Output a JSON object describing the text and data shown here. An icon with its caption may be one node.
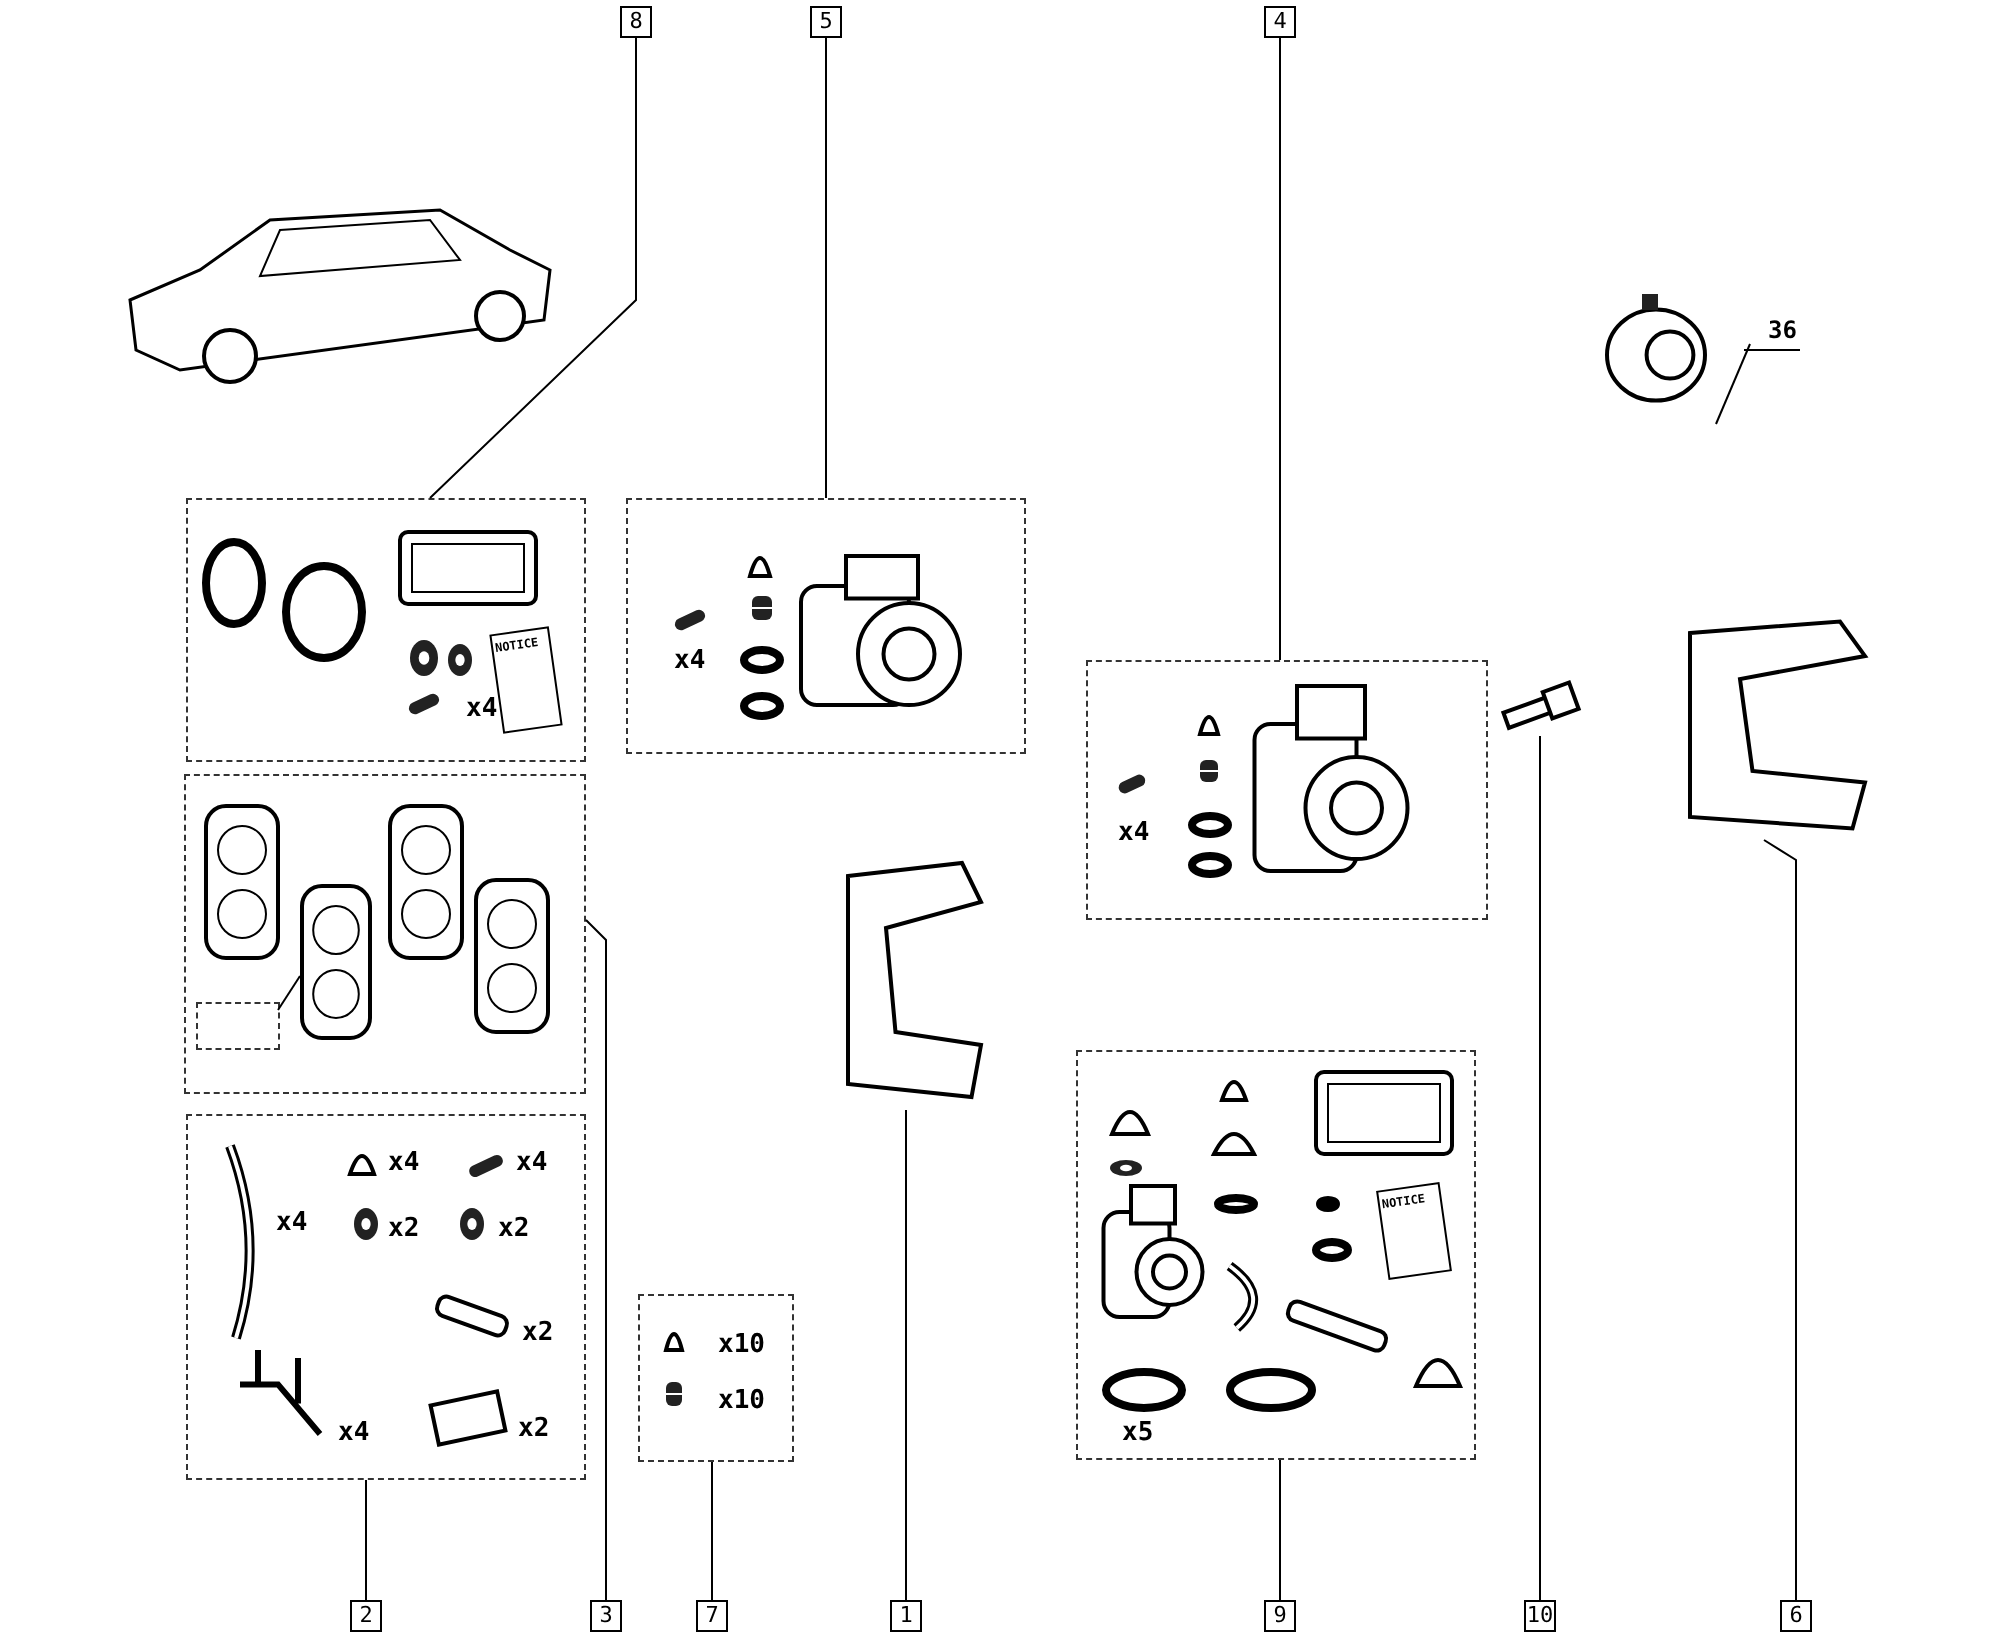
{
  "diagram": {
    "nodes": [
      {
        "text": [
          "8"
        ]
      },
      {
        "text": [
          "5"
        ]
      },
      {
        "text": [
          "4"
        ]
      },
      {
        "text": [],
        "shape": "picture"
      },
      {
        "text": [
          "x4"
        ]
      },
      {
        "text": [
          "x4"
        ]
      },
      {
        "text": [
          "x4"
        ]
      },
      {
        "text": [],
        "shape": "picture"
      },
      {
        "text": [],
        "shape": "picture"
      },
      {
        "text": [],
        "shape": "box"
      },
      {
        "text": [],
        "shape": "box",
        "in": 9
      },
      {
        "text": [],
        "shape": "picture",
        "in": 9
      },
      {
        "text": [],
        "shape": "picture"
      },
      {
        "text": [
          "x4",
          "x4",
          "x4",
          "x2",
          "x2",
          "x2",
          "x4",
          "x2"
        ]
      },
      {
        "text": [
          "x10",
          "x10"
        ]
      },
      {
        "text": [
          "x5"
        ]
      },
      {
        "text": [
          "2"
        ]
      },
      {
        "text": [
          "3"
        ]
      },
      {
        "text": [
          "7"
        ]
      },
      {
        "text": [
          "1"
        ]
      },
      {
        "text": [
          "9"
        ]
      },
      {
        "text": [
          "10"
        ]
      },
      {
        "text": [
          "6"
        ]
      }
    ],
    "edges": [
      {
        "from": 0,
        "to": 4,
        "arrow": "none"
      },
      {
        "from": 1,
        "to": 5,
        "arrow": "none"
      },
      {
        "from": 2,
        "to": 6,
        "arrow": "none"
      },
      {
        "from": 16,
        "to": 13,
        "arrow": "none"
      },
      {
        "from": 17,
        "to": 9,
        "arrow": "none"
      },
      {
        "from": 18,
        "to": 14,
        "arrow": "none"
      },
      {
        "from": 19,
        "to": 12,
        "arrow": "none"
      },
      {
        "from": 20,
        "to": 15,
        "arrow": "none"
      },
      {
        "from": 21,
        "to": 7,
        "arrow": "none"
      },
      {
        "from": 22,
        "to": 8,
        "arrow": "none"
      },
      {
        "from": 10,
        "to": 11,
        "arrow": "none"
      }
    ],
    "labels": [
      "36",
      "NOTICE",
      "NOTICE"
    ]
  }
}
